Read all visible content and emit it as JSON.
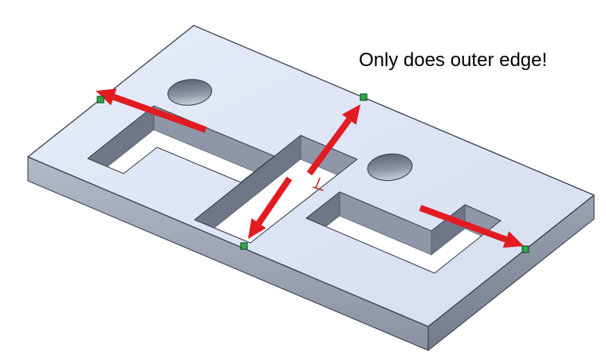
{
  "annotation": {
    "text": "Only does outer edge!"
  },
  "colors": {
    "background": "#ffffff",
    "plate_top": "#dde4f4",
    "plate_front": "#a7aebd",
    "plate_right": "#959dad",
    "cut_wall_back": "#8e96a8",
    "cut_wall_left": "#6e7688",
    "edge": "#39404e",
    "arrow_red": "#e21b22",
    "handle_green_fill": "#2fa84e",
    "handle_green_border": "#14551f",
    "origin_red": "#cc2222",
    "text_color": "#000000"
  },
  "viewport": {
    "view": "isometric",
    "handles": [
      {
        "name": "left-edge-handle"
      },
      {
        "name": "back-edge-handle"
      },
      {
        "name": "front-edge-handle"
      },
      {
        "name": "right-edge-handle"
      }
    ],
    "arrows": [
      {
        "name": "left-arrow",
        "points_to": "left outer edge"
      },
      {
        "name": "back-arrow",
        "points_to": "back outer edge"
      },
      {
        "name": "front-arrow",
        "points_to": "front outer edge"
      },
      {
        "name": "right-arrow",
        "points_to": "right outer edge"
      }
    ]
  }
}
